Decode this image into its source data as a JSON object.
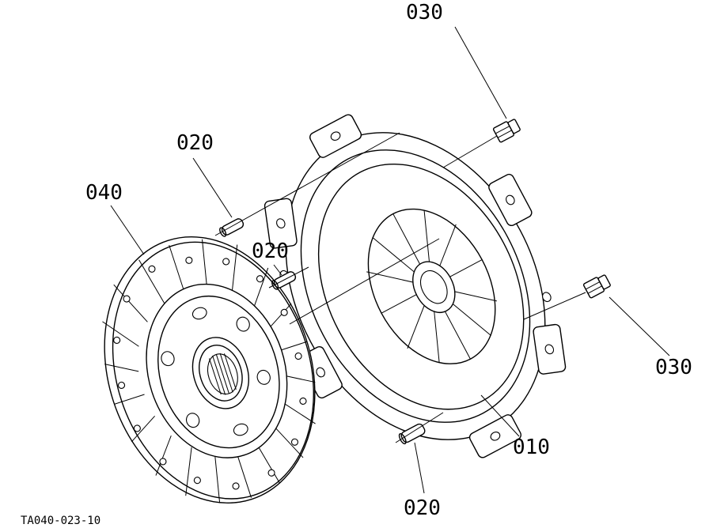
{
  "callouts": {
    "label_030_top": "030",
    "label_030_right": "030",
    "label_020_upper": "020",
    "label_020_middle": "020",
    "label_020_bottom": "020",
    "label_040": "040",
    "label_010": "010"
  },
  "reference_code": "TA040-023-10"
}
